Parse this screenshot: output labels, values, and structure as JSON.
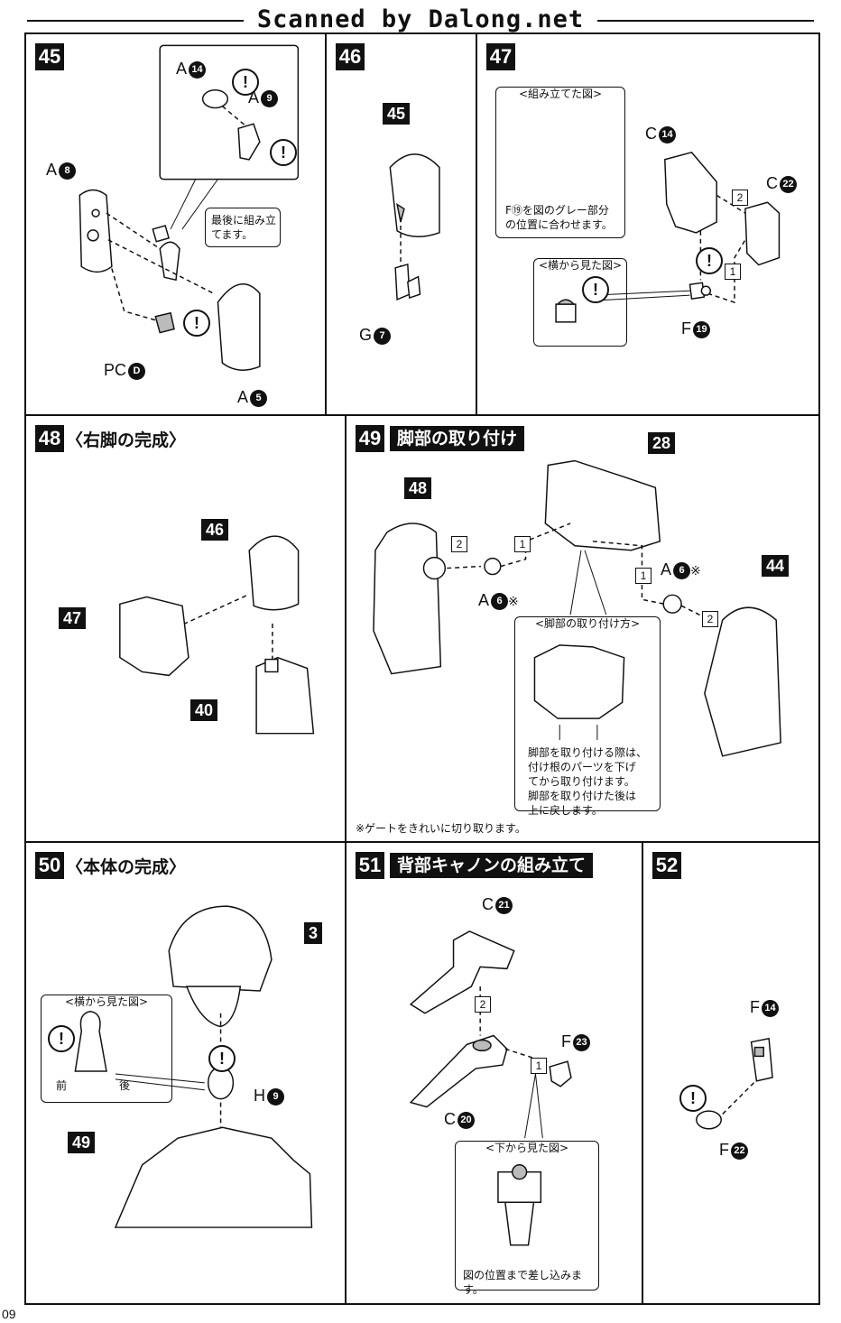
{
  "header": {
    "title": "Scanned by Dalong.net"
  },
  "page_number": "09",
  "steps": {
    "s45": {
      "num": "45",
      "parts": {
        "a14": {
          "l": "A",
          "n": "14"
        },
        "a9": {
          "l": "A",
          "n": "9"
        },
        "a8": {
          "l": "A",
          "n": "8"
        },
        "pcd": {
          "l": "PC",
          "n": "D"
        },
        "a5": {
          "l": "A",
          "n": "5"
        }
      },
      "note": "最後に組み立てます。"
    },
    "s46": {
      "num": "46",
      "tag45": "45",
      "parts": {
        "g7": {
          "l": "G",
          "n": "7"
        }
      }
    },
    "s47": {
      "num": "47",
      "box1_cap": "<組み立てた図>",
      "box1_txt": "F⑲を図のグレー部分の位置に合わせます。",
      "box2_cap": "<横から見た図>",
      "parts": {
        "c14": {
          "l": "C",
          "n": "14"
        },
        "c22": {
          "l": "C",
          "n": "22"
        },
        "f19": {
          "l": "F",
          "n": "19"
        }
      },
      "order1": "1",
      "order2": "2"
    },
    "s48": {
      "num": "48",
      "title": "〈右脚の完成〉",
      "tags": {
        "t46": "46",
        "t47": "47",
        "t40": "40"
      }
    },
    "s49": {
      "num": "49",
      "title": "脚部の取り付け",
      "tags": {
        "t48": "48",
        "t28": "28",
        "t44": "44"
      },
      "parts": {
        "a6a": {
          "l": "A",
          "n": "6",
          "s": "※"
        },
        "a6b": {
          "l": "A",
          "n": "6",
          "s": "※"
        }
      },
      "box_cap": "<脚部の取り付け方>",
      "box_txt": [
        "脚部を取り付ける際は、",
        "付け根のパーツを下げ",
        "てから取り付けます。",
        "脚部を取り付けた後は",
        "上に戻します。"
      ],
      "footnote": "※ゲートをきれいに切り取ります。",
      "o1": "1",
      "o2": "2"
    },
    "s50": {
      "num": "50",
      "title": "〈本体の完成〉",
      "tags": {
        "t3": "3",
        "t49": "49"
      },
      "box_cap": "<横から見た図>",
      "front": "前",
      "back": "後",
      "parts": {
        "h9": {
          "l": "H",
          "n": "9"
        }
      }
    },
    "s51": {
      "num": "51",
      "title": "背部キャノンの組み立て",
      "parts": {
        "c21": {
          "l": "C",
          "n": "21"
        },
        "f23": {
          "l": "F",
          "n": "23"
        },
        "c20": {
          "l": "C",
          "n": "20"
        }
      },
      "box_cap": "<下から見た図>",
      "box_txt": "図の位置まで差し込みます。",
      "o1": "1",
      "o2": "2"
    },
    "s52": {
      "num": "52",
      "parts": {
        "f14": {
          "l": "F",
          "n": "14"
        },
        "f22": {
          "l": "F",
          "n": "22"
        }
      }
    }
  },
  "alert_symbol": "!"
}
